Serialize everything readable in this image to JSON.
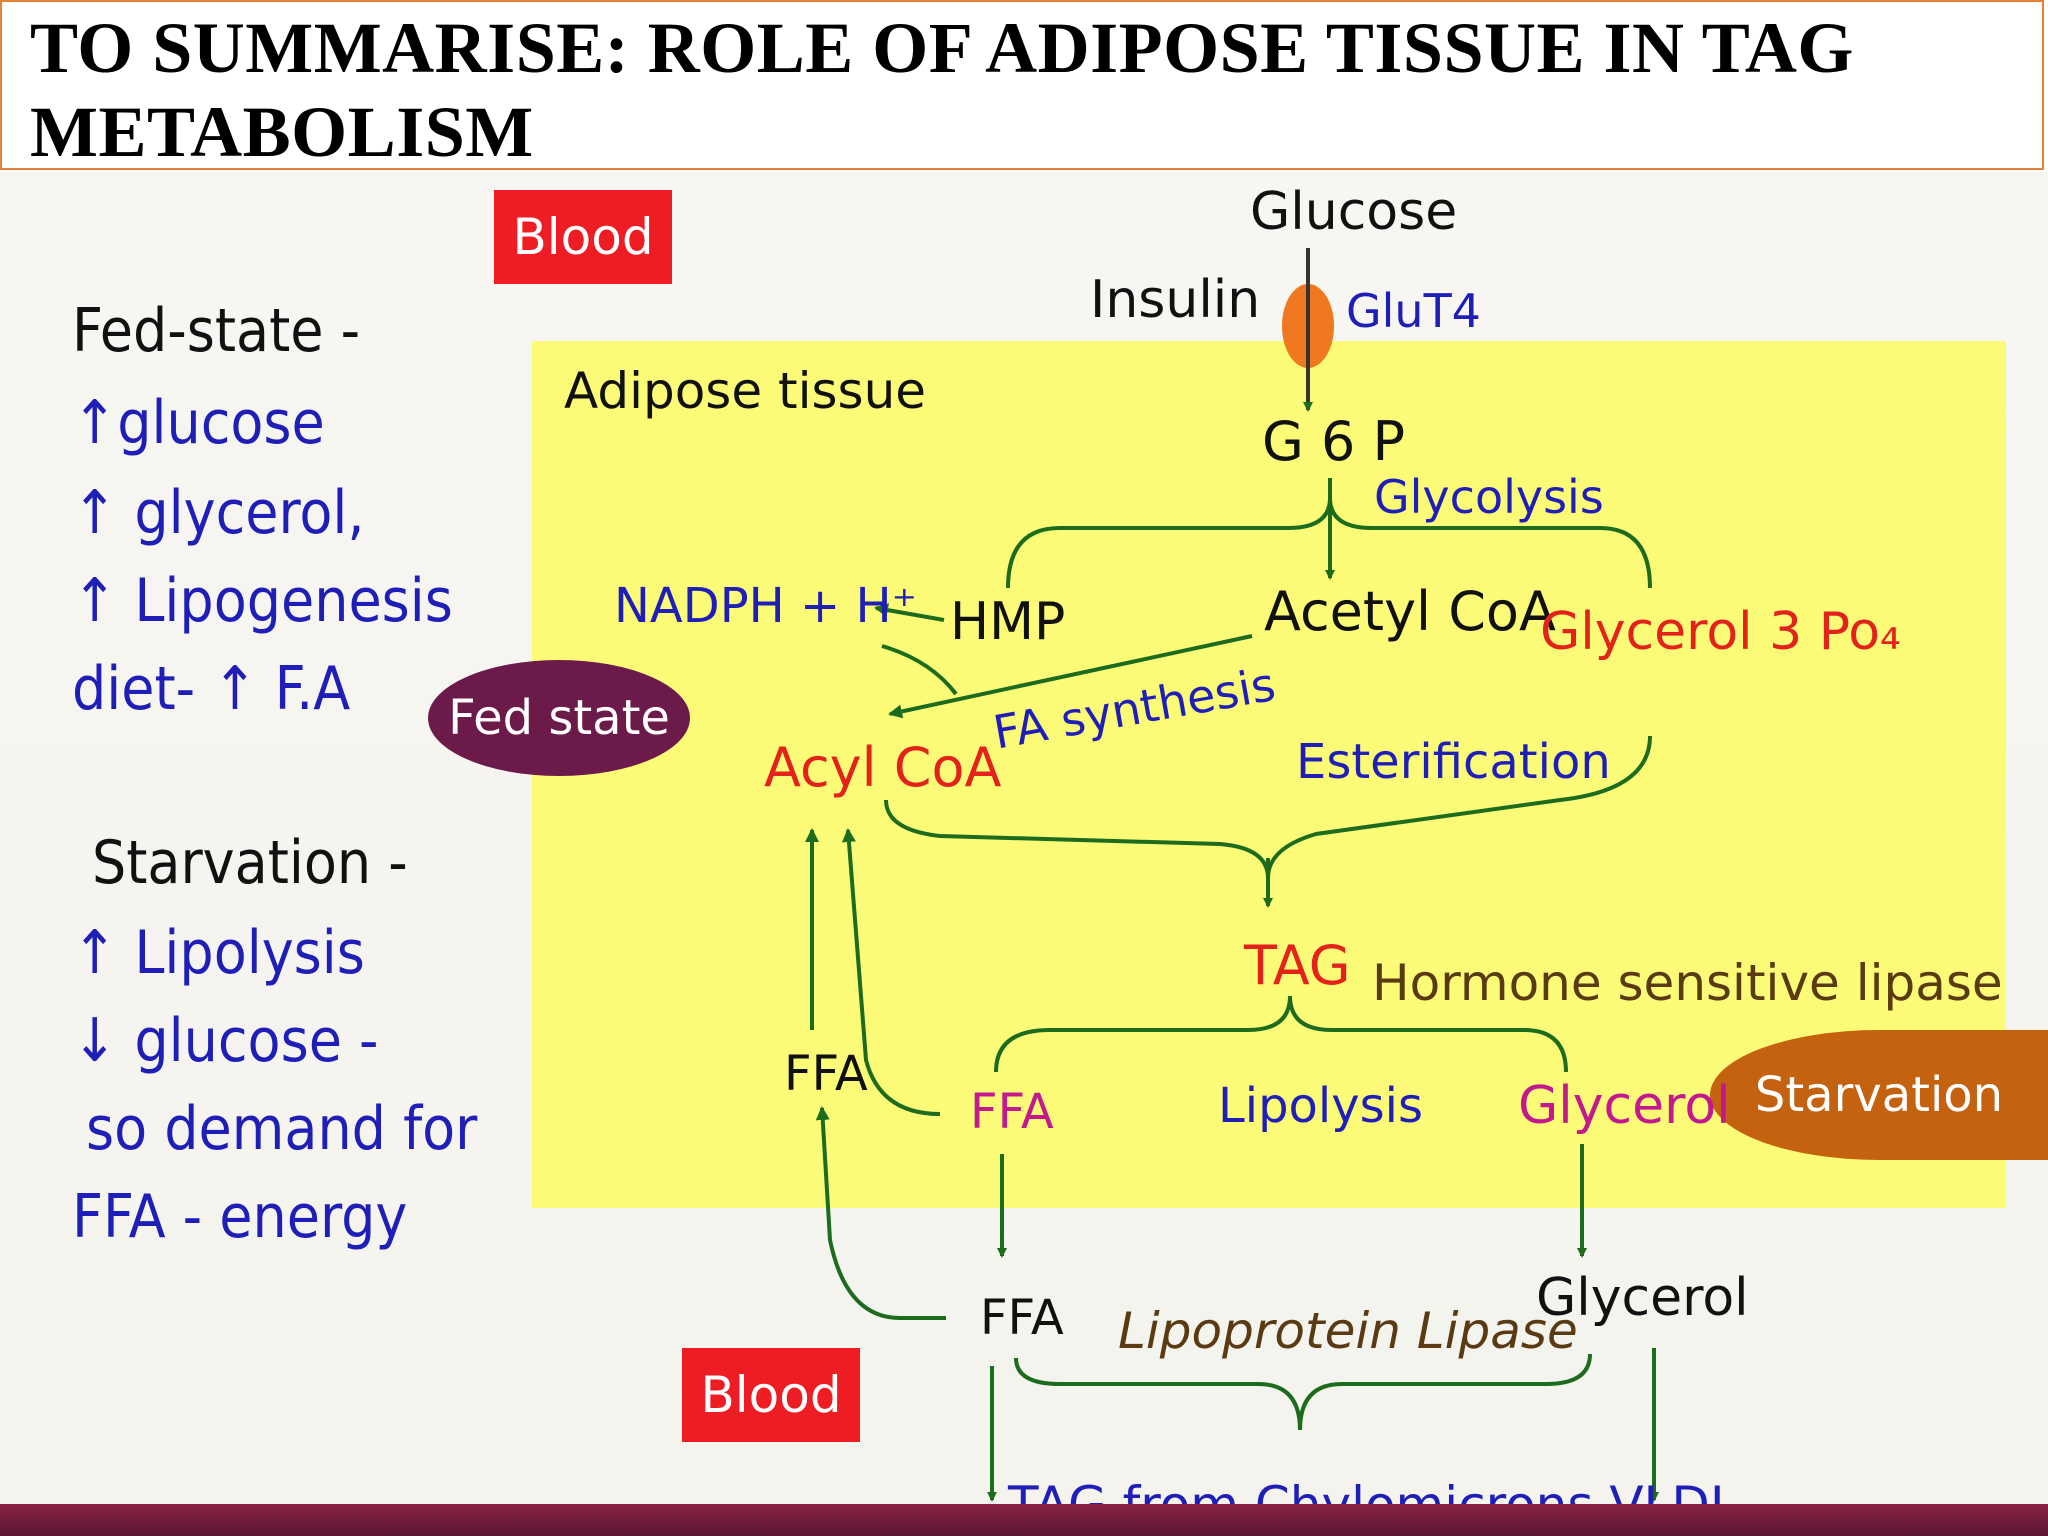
{
  "title": "TO SUMMARISE: ROLE OF ADIPOSE TISSUE IN TAG METABOLISM",
  "left_panel": {
    "fed_heading": "Fed-state -",
    "fed_lines": [
      "↑glucose",
      "↑ glycerol,",
      "↑ Lipogenesis",
      "diet- ↑ F.A"
    ],
    "starvation_heading": "Starvation -",
    "starvation_lines": [
      "↑ Lipolysis",
      "↓ glucose -",
      "so demand for",
      "FFA - energy"
    ]
  },
  "diagram": {
    "blood_top": "Blood",
    "blood_bottom": "Blood",
    "glucose": "Glucose",
    "insulin": "Insulin",
    "glut4": "GluT4",
    "adipose_tissue": "Adipose tissue",
    "g6p": "G 6 P",
    "glycolysis": "Glycolysis",
    "nadph": "NADPH + H⁺",
    "hmp": "HMP",
    "acetyl_coa": "Acetyl CoA",
    "glycerol3po4": "Glycerol 3 Po₄",
    "fed_state": "Fed state",
    "acyl_coa": "Acyl CoA",
    "fa_synthesis": "FA synthesis",
    "esterification": "Esterification",
    "tag": "TAG",
    "hsl": "Hormone sensitive lipase",
    "ffa_left": "FFA",
    "ffa_mid": "FFA",
    "lipolysis": "Lipolysis",
    "glycerol_inside": "Glycerol",
    "starvation": "Starvation",
    "ffa_blood": "FFA",
    "lipoprotein_lipase": "Lipoprotein Lipase",
    "glycerol_blood": "Glycerol",
    "tag_sources": "TAG from Chylomicrons,VLDL"
  },
  "colors": {
    "title_border": "#e8803a",
    "adipose_box": "#fbfb78",
    "arrow_green": "#1d6b1d",
    "blood_box": "#ee1d23",
    "fed_state_ellipse": "#6b1a4a",
    "starvation_ellipse": "#c4620f",
    "glut4_ellipse": "#f07820"
  }
}
